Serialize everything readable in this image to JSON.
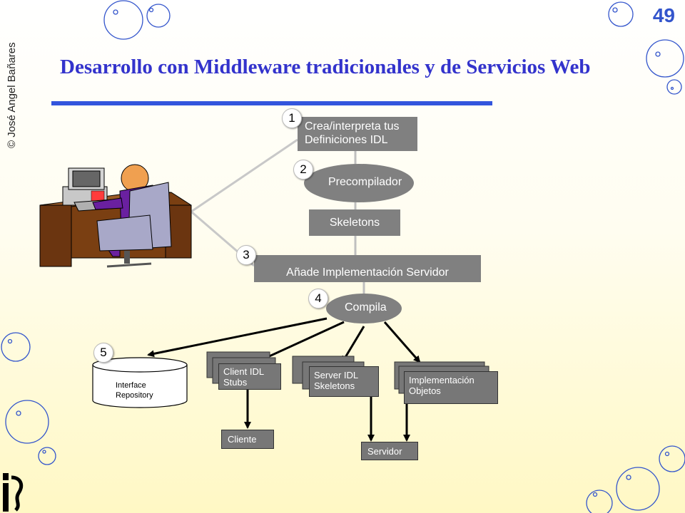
{
  "slide": {
    "number": "49",
    "title": "Desarrollo con Middleware tradicionales y de Servicios Web",
    "copyright": "© José Angel Bañares"
  },
  "steps": [
    {
      "badge": "1",
      "label_line1": "Crea/interpreta tus",
      "label_line2": "Definiciones IDL"
    },
    {
      "badge": "2",
      "label": "Precompilador"
    },
    {
      "label": "Skeletons"
    },
    {
      "badge": "3",
      "label": "Añade Implementación Servidor"
    },
    {
      "badge": "4",
      "label": "Compila"
    }
  ],
  "outputs": {
    "badge": "5",
    "repository_line1": "Interface",
    "repository_line2": "Repository",
    "client_stubs_line1": "Client IDL",
    "client_stubs_line2": "Stubs",
    "server_skeletons_line1": "Server IDL",
    "server_skeletons_line2": "Skeletons",
    "impl_objects_line1": "Implementación",
    "impl_objects_line2": "Objetos",
    "client": "Cliente",
    "server": "Servidor"
  },
  "colors": {
    "title": "#3333cc",
    "accent_line": "#3355dd",
    "box_fill": "#808080",
    "bubble_stroke": "#3355cc"
  }
}
